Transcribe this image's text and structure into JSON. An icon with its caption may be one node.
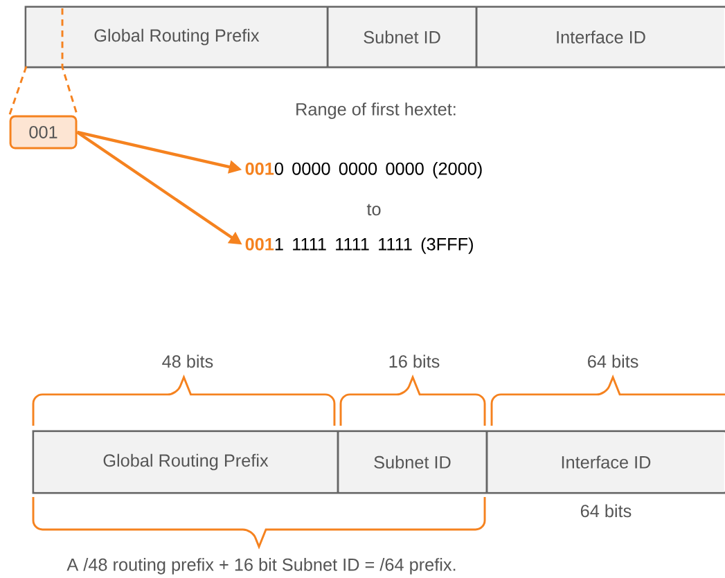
{
  "diagram": {
    "nodes": [
      {
        "text": [
          "Global Routing Prefix"
        ]
      },
      {
        "text": [
          "Subnet ID"
        ]
      },
      {
        "text": [
          "Interface ID"
        ]
      },
      {
        "text": [
          "001"
        ]
      },
      {
        "text": [
          "**001**0 0000 0000 0000 (2000)"
        ]
      },
      {
        "text": [
          "**001**1 1111 1111 1111 (3FFF)"
        ]
      },
      {
        "text": [
          "Global Routing Prefix"
        ]
      },
      {
        "text": [
          "Subnet ID"
        ]
      },
      {
        "text": [
          "Interface ID"
        ],
        "beside": [
          "64 bits"
        ]
      }
    ],
    "edges": [
      {
        "from": 0,
        "to": 3,
        "arrow": "none",
        "style": "dashed"
      },
      {
        "from": 0,
        "to": 3,
        "arrow": "none",
        "style": "dashed"
      },
      {
        "from": 3,
        "to": 4,
        "arrow": "to"
      },
      {
        "from": 3,
        "to": 5,
        "arrow": "to"
      }
    ],
    "labels": [
      "Range of first hextet:",
      "to",
      "48 bits",
      "16 bits",
      "64 bits",
      "A /48 routing prefix + 16 bit Subnet ID = /64 prefix."
    ]
  }
}
